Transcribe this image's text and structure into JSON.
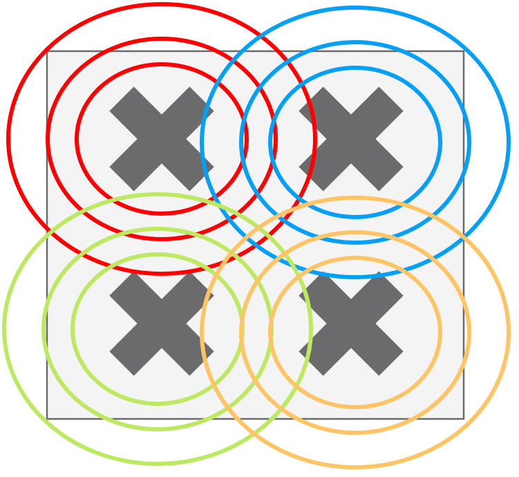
{
  "diagram": {
    "background_color": "#f4f4f5",
    "border_color": "#6b6b6b",
    "cross_color": "#6b6b6d",
    "cells": [
      {
        "name": "top-left",
        "cross_icon": "x-icon",
        "ring_color": "#ff0000",
        "ring_count": 3
      },
      {
        "name": "top-right",
        "cross_icon": "x-icon",
        "ring_color": "#05a0f5",
        "ring_count": 3
      },
      {
        "name": "bottom-left",
        "cross_icon": "x-icon",
        "ring_color": "#bde862",
        "ring_count": 3
      },
      {
        "name": "bottom-right",
        "cross_icon": "x-icon",
        "ring_color": "#ffc466",
        "ring_count": 3
      }
    ]
  }
}
